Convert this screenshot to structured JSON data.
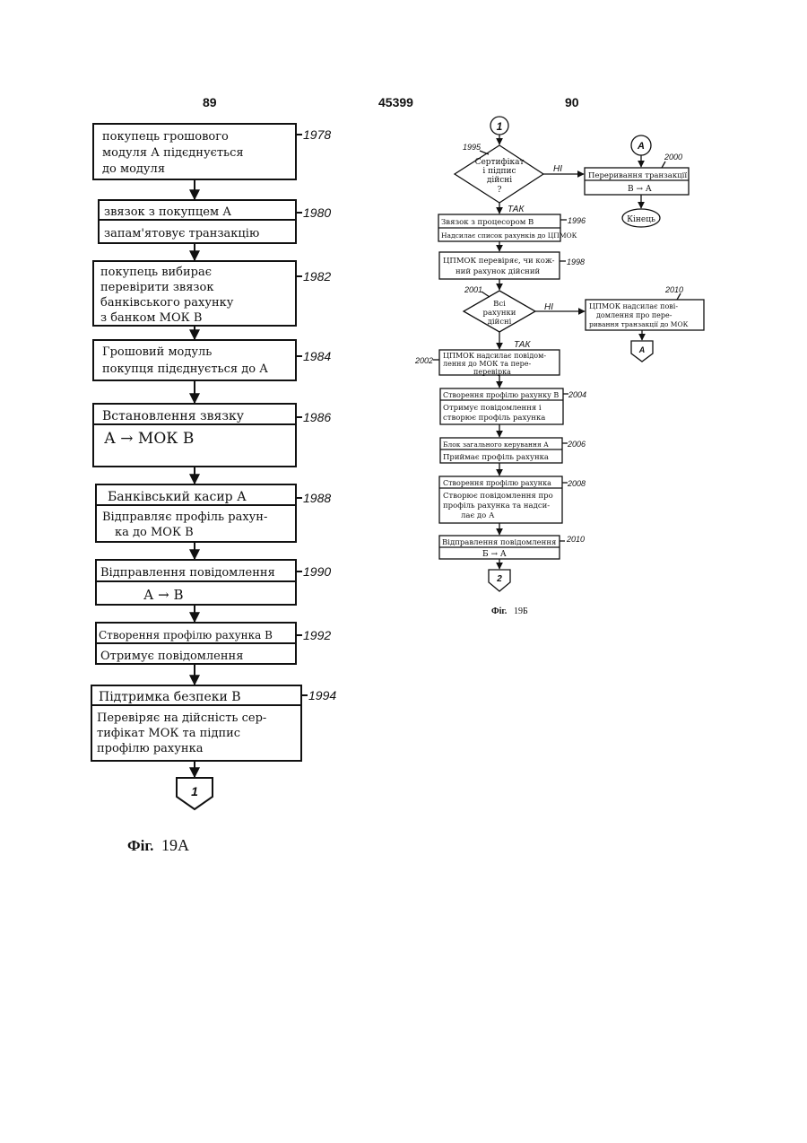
{
  "page": {
    "left_number": "89",
    "center_number": "45399",
    "right_number": "90"
  },
  "fig_a": {
    "caption_label": "Фіг.",
    "caption_id": "19А",
    "boxes": {
      "b1978": {
        "lines": [
          "покупець грошового",
          "модуля А підєднується",
          "до модуля"
        ],
        "ref": "1978"
      },
      "b1980": {
        "top": "звязок з покупцем А",
        "bottom": "запам'ятовує транзакцію",
        "ref": "1980"
      },
      "b1982": {
        "lines": [
          "покупець вибирає",
          "перевірити звязок",
          "банківського рахунку",
          "з банком МОК В"
        ],
        "ref": "1982"
      },
      "b1984": {
        "lines": [
          "Грошовий модуль",
          "покупця підєднується до А"
        ],
        "ref": "1984"
      },
      "b1986": {
        "top": "Встановлення звязку",
        "bottom": "А → МОК В",
        "ref": "1986"
      },
      "b1988": {
        "top": "Банківський касир А",
        "bottom": [
          "Відправляє профіль рахун-",
          "ка до МОК В"
        ],
        "ref": "1988"
      },
      "b1990": {
        "top": "Відправлення повідомлення",
        "bottom": "А → В",
        "ref": "1990"
      },
      "b1992": {
        "top": "Створення профілю рахунка В",
        "bottom": "Отримує повідомлення",
        "ref": "1992"
      },
      "b1994": {
        "top": "Підтримка безпеки В",
        "bottom": [
          "Перевіряє на дійсність сер-",
          "тифікат МОК та підпис",
          "профілю рахунка"
        ],
        "ref": "1994"
      }
    },
    "connector_out": "1"
  },
  "fig_b": {
    "caption_label": "Фіг.",
    "caption_id": "19Б",
    "connector_in": "1",
    "connector_a": "А",
    "connector_out": "2",
    "decision_1995": {
      "lines": [
        "Сертифікат",
        "і підпис",
        "дійсні",
        "?"
      ],
      "ref": "1995",
      "yes": "ТАК",
      "no": "НІ"
    },
    "b2000": {
      "top": "Переривання транзакції",
      "bottom": "В → А",
      "ref": "2000"
    },
    "end_label": "Кінець",
    "b1996": {
      "top": "Звязок з процесором В",
      "bottom": "Надсилає список рахунків до ЦПМОК",
      "ref": "1996"
    },
    "b1998": {
      "lines": [
        "ЦПМОК перевіряє, чи кож-",
        "ний рахунок дійсний"
      ],
      "ref": "1998"
    },
    "decision_2001": {
      "lines": [
        "Всі",
        "рахунки",
        "дійсні"
      ],
      "ref": "2001",
      "yes": "ТАК",
      "no": "НІ"
    },
    "b2010r": {
      "lines": [
        "ЦПМОК надсилає пові-",
        "домлення про пере-",
        "ривання транзакції до МОК"
      ],
      "ref": "2010"
    },
    "connector_a2": "А",
    "b2002": {
      "lines": [
        "ЦПМОК надсилає повідом-",
        "лення до МОК та пере-",
        "перевірка"
      ],
      "ref": "2002"
    },
    "b2004": {
      "top": "Створення профілю рахунку В",
      "bottom": [
        "Отримує повідомлення і",
        "створює профіль рахунка"
      ],
      "ref": "2004"
    },
    "b2006": {
      "top": "Блок загального керування А",
      "bottom": "Приймає профіль рахунка",
      "ref": "2006"
    },
    "b2008": {
      "top": "Створення профілю рахунка",
      "bottom": [
        "Створює повідомлення про",
        "профіль рахунка та надси-",
        "лає до А"
      ],
      "ref": "2008"
    },
    "b2010": {
      "top": "Відправлення повідомлення",
      "bottom": "Б → А",
      "ref": "2010"
    }
  }
}
